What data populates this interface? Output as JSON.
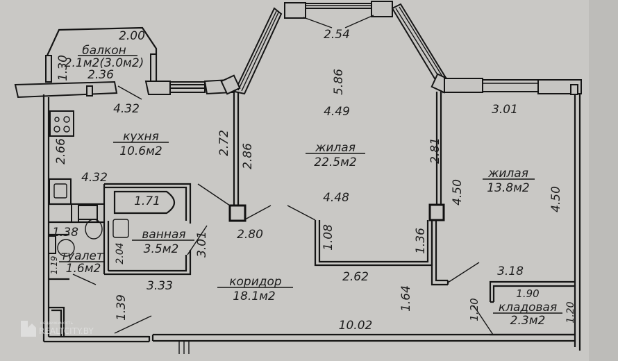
{
  "plan": {
    "rooms": [
      {
        "id": "balcony",
        "name": "балкон",
        "area": "2.1м2(3.0м2)"
      },
      {
        "id": "kitchen",
        "name": "кухня",
        "area": "10.6м2"
      },
      {
        "id": "living-main",
        "name": "жилая",
        "area": "22.5м2"
      },
      {
        "id": "living-right",
        "name": "жилая",
        "area": "13.8м2"
      },
      {
        "id": "bathroom",
        "name": "ванная",
        "area": "3.5м2"
      },
      {
        "id": "toilet",
        "name": "туалет",
        "area": "1.6м2"
      },
      {
        "id": "corridor",
        "name": "коридор",
        "area": "18.1м2"
      },
      {
        "id": "storage",
        "name": "кладовая",
        "area": "2.3м2"
      }
    ],
    "dimensions": {
      "balcony_width": "2.00",
      "balcony_depth": "1.30",
      "balcony_inner": "2.36",
      "kitchen_top": "4.32",
      "kitchen_side": "2.66",
      "kitchen_right": "2.72",
      "kitchen_bottom": "4.32",
      "bay_window": "2.54",
      "living_depth": "5.86",
      "living_width_top": "4.49",
      "living_left": "2.86",
      "living_right": "2.81",
      "living_width_bottom": "4.48",
      "right_room_top": "3.01",
      "right_room_left": "4.50",
      "right_room_right": "4.50",
      "bathtub": "1.71",
      "toilet_width": "1.38",
      "toilet_side": "1.19",
      "bath_side": "2.04",
      "bath_right": "3.01",
      "corridor_left": "3.33",
      "corridor_upper": "2.80",
      "niche_left": "1.08",
      "niche_right": "1.36",
      "niche_bottom": "2.62",
      "corridor_vertical": "1.64",
      "corridor_entry": "1.39",
      "corridor_length": "10.02",
      "right_corridor": "3.18",
      "storage_width": "1.90",
      "storage_left": "1.20",
      "storage_right": "1.20"
    }
  },
  "watermark": {
    "line1": "недвижимость",
    "line2": "REALTCITY.BY"
  }
}
